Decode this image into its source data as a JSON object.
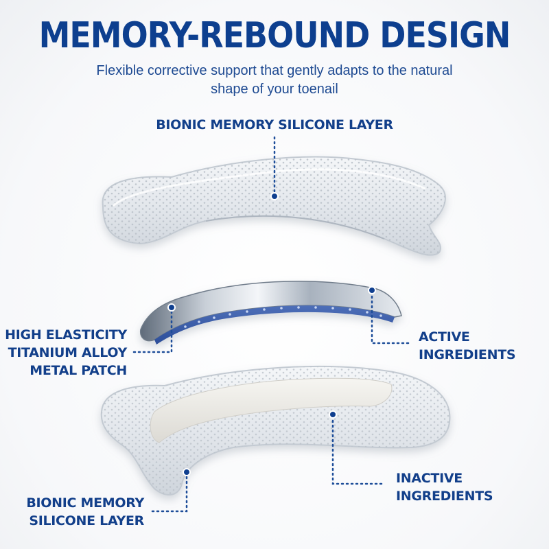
{
  "headline": "MEMORY-REBOUND DESIGN",
  "subline": [
    "Flexible corrective support that gently adapts to the natural",
    "shape of your toenail"
  ],
  "callouts": {
    "top_layer": "BIONIC MEMORY SILICONE LAYER",
    "metal_patch": [
      "HIGH ELASTICITY",
      "TITANIUM ALLOY",
      "METAL PATCH"
    ],
    "active": [
      "ACTIVE",
      "INGREDIENTS"
    ],
    "inactive": [
      "INACTIVE",
      "INGREDIENTS"
    ],
    "bottom_layer": [
      "BIONIC MEMORY",
      "SILICONE LAYER"
    ]
  },
  "colors": {
    "brand_blue": "#0d3f8f",
    "label_blue": "#123f8a",
    "leader_blue": "#1d4d99"
  }
}
